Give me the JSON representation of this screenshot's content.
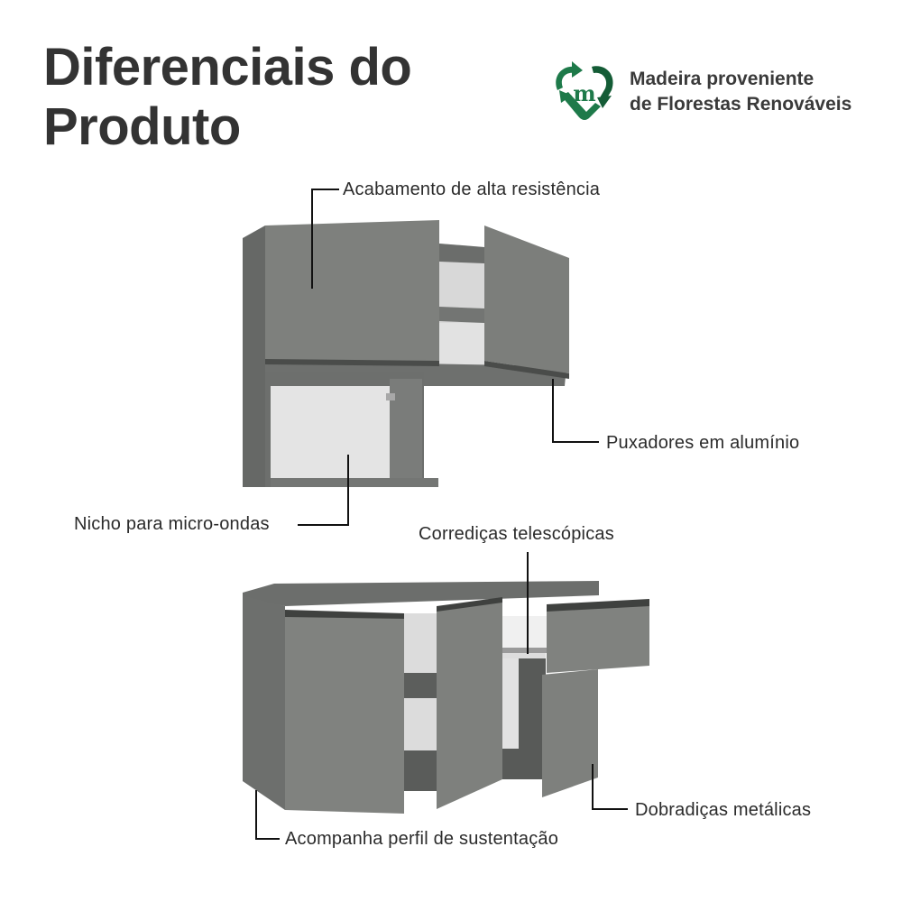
{
  "header": {
    "title_line1": "Diferenciais do",
    "title_line2": "Produto"
  },
  "badge": {
    "icon": "recycle-heart-m-icon",
    "line1": "Madeira proveniente",
    "line2": "de Florestas Renováveis",
    "logo_letter": "m",
    "color_primary": "#1e7a4a",
    "color_dark": "#145c36"
  },
  "colors": {
    "cabinet_gray": "#7d7f7c",
    "cabinet_dark": "#5f615f",
    "interior_light": "#e6e6e6",
    "leader_line": "#111111"
  },
  "callouts": [
    {
      "id": "finish",
      "label": "Acabamento de alta resistência"
    },
    {
      "id": "handles",
      "label": "Puxadores em alumínio"
    },
    {
      "id": "microwave",
      "label": "Nicho para micro-ondas"
    },
    {
      "id": "slides",
      "label": "Corrediças telescópicas"
    },
    {
      "id": "hinges",
      "label": "Dobradiças metálicas"
    },
    {
      "id": "profile",
      "label": "Acompanha perfil de sustentação"
    }
  ]
}
